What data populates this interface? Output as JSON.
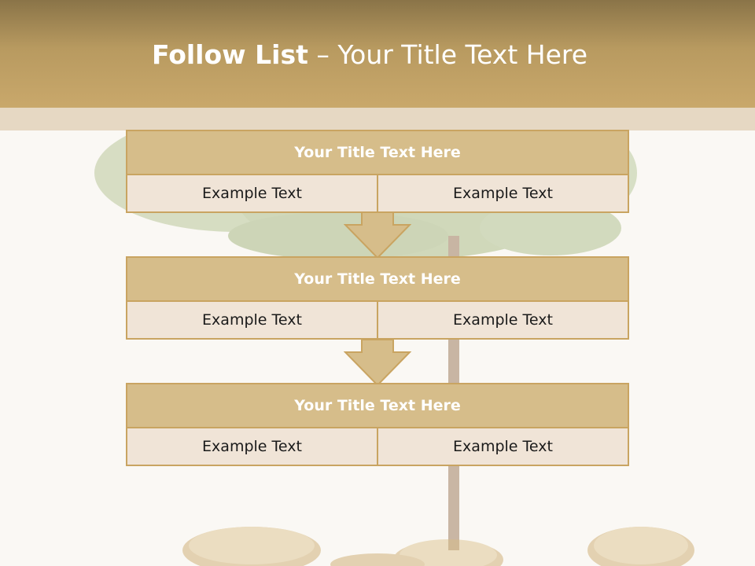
{
  "header": {
    "title_bold": "Follow List",
    "title_rest": " – Your Title Text Here"
  },
  "boxes": [
    {
      "title": "Your Title Text Here",
      "left_text": "Example Text",
      "right_text": "Example Text"
    },
    {
      "title": "Your Title Text Here",
      "left_text": "Example Text",
      "right_text": "Example Text"
    },
    {
      "title": "Your Title Text Here",
      "left_text": "Example Text",
      "right_text": "Example Text"
    }
  ],
  "colors": {
    "header": "#c9a86b",
    "box_title": "#d6bd8a",
    "box_body": "#f0e4d7",
    "border": "#c9a461",
    "arrow": "#d6bd8a"
  },
  "icons": [
    "tree-illustration",
    "coin-stack-illustration",
    "down-arrow-icon"
  ]
}
